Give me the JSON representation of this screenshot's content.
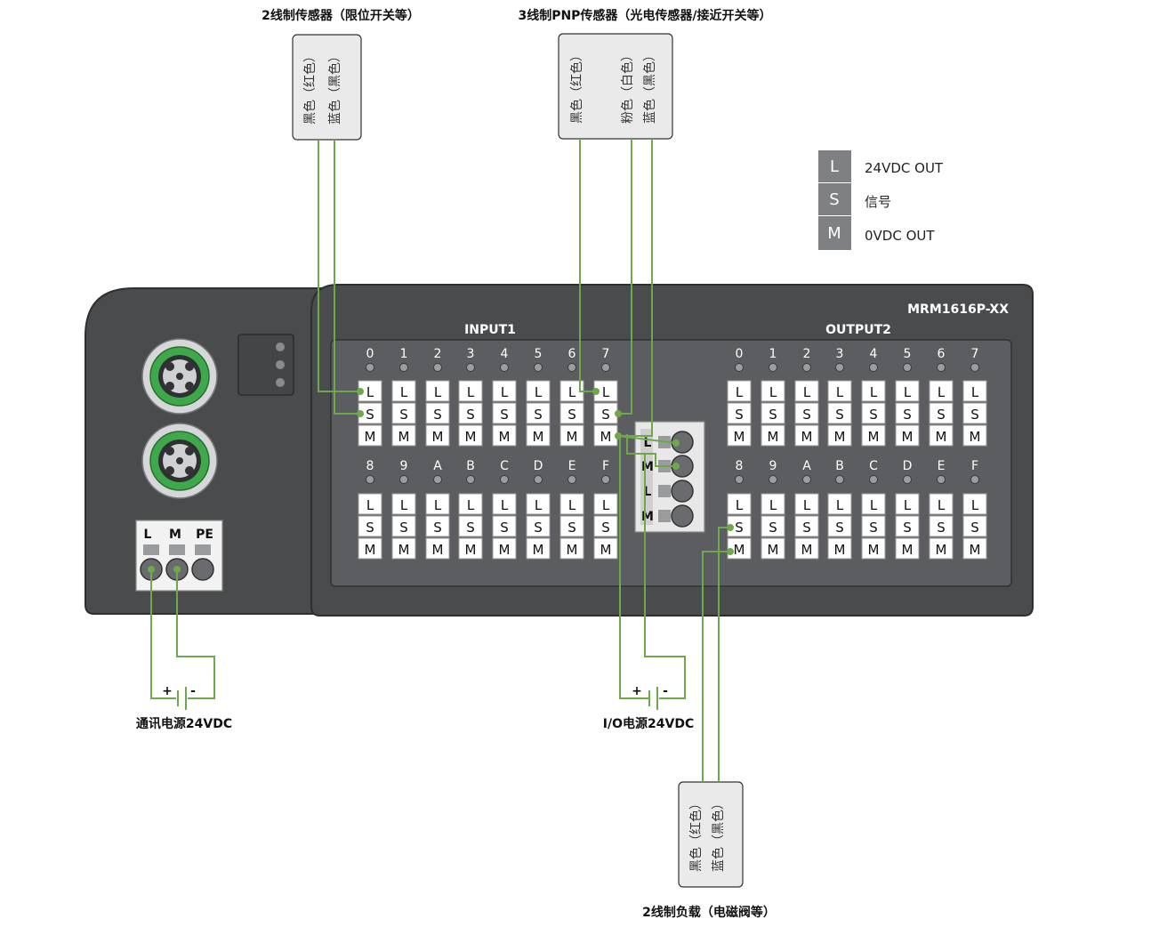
{
  "labels": {
    "sensor_2wire_title": "2线制传感器（限位开关等）",
    "sensor_3wire_title": "3线制PNP传感器（光电传感器/接近开关等）",
    "load_2wire_title": "2线制负载（电磁阀等）",
    "comm_power": "通讯电源24VDC",
    "io_power": "I/O电源24VDC",
    "model": "MRM1616P-XX",
    "input_group": "INPUT1",
    "output_group": "OUTPUT2",
    "plus": "+",
    "minus": "-"
  },
  "sensor_2wire_wires": [
    "黑色（红色）",
    "蓝色（黑色）"
  ],
  "sensor_3wire_wires": [
    "黑色（红色）",
    "粉色（白色）",
    "蓝色（黑色）"
  ],
  "load_2wire_wires": [
    "黑色（红色）",
    "蓝色（黑色）"
  ],
  "legend": [
    {
      "code": "L",
      "text": "24VDC OUT"
    },
    {
      "code": "S",
      "text": "信号"
    },
    {
      "code": "M",
      "text": "0VDC OUT"
    }
  ],
  "channels_row1": [
    "0",
    "1",
    "2",
    "3",
    "4",
    "5",
    "6",
    "7"
  ],
  "channels_row2": [
    "8",
    "9",
    "A",
    "B",
    "C",
    "D",
    "E",
    "F"
  ],
  "terminal_codes": [
    "L",
    "S",
    "M"
  ],
  "power_terminals": [
    "L",
    "M",
    "PE"
  ],
  "io_plug_terminals": [
    "L",
    "M",
    "L",
    "M"
  ],
  "colors": {
    "housing": "#4a4b4d",
    "panel": "#5c5d60",
    "wire": "#6fa84b",
    "connector_ring": "#3fa84a",
    "legend_box": "#7f8083"
  }
}
